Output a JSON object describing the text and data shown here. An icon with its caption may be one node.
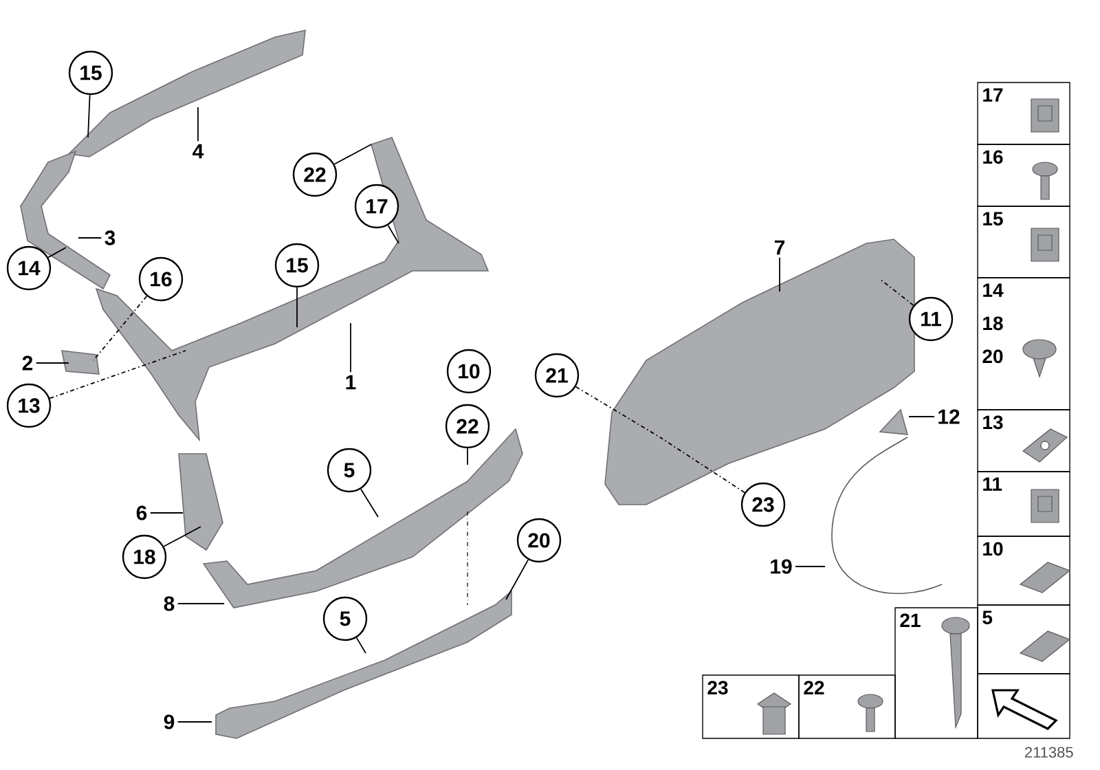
{
  "diagram": {
    "nodes": [
      {
        "text": [
          "15"
        ]
      },
      {
        "text": [
          "4"
        ]
      },
      {
        "text": [
          "22"
        ]
      },
      {
        "text": [
          "17"
        ]
      },
      {
        "text": [
          "3"
        ]
      },
      {
        "text": [
          "7"
        ]
      },
      {
        "text": [
          "14"
        ]
      },
      {
        "text": [
          "15"
        ]
      },
      {
        "text": [
          "16"
        ]
      },
      {
        "text": [
          "11"
        ]
      },
      {
        "text": [
          "2"
        ]
      },
      {
        "text": [
          "10"
        ]
      },
      {
        "text": [
          "21"
        ]
      },
      {
        "text": [
          "1"
        ]
      },
      {
        "text": [
          "13"
        ]
      },
      {
        "text": [
          "12"
        ]
      },
      {
        "text": [
          "22"
        ]
      },
      {
        "text": [
          "5"
        ]
      },
      {
        "text": [
          "23"
        ]
      },
      {
        "text": [
          "6"
        ]
      },
      {
        "text": [
          "20"
        ]
      },
      {
        "text": [
          "18"
        ]
      },
      {
        "text": [
          "19"
        ]
      },
      {
        "text": [
          "8"
        ]
      },
      {
        "text": [
          "5"
        ]
      },
      {
        "text": [
          "9"
        ]
      },
      {
        "text": [],
        "shape": "picture"
      },
      {
        "text": [],
        "shape": "picture"
      },
      {
        "text": [],
        "shape": "picture"
      },
      {
        "text": [],
        "shape": "picture"
      },
      {
        "text": [],
        "shape": "picture"
      },
      {
        "text": [],
        "shape": "picture"
      },
      {
        "text": [],
        "shape": "picture"
      },
      {
        "text": [],
        "shape": "picture"
      },
      {
        "text": [],
        "shape": "picture"
      },
      {
        "text": [],
        "shape": "picture"
      }
    ],
    "edges": [
      {
        "from": 0,
        "to": 26,
        "arrow": "none"
      },
      {
        "from": 1,
        "to": 26,
        "arrow": "none"
      },
      {
        "from": 2,
        "to": 28,
        "arrow": "none"
      },
      {
        "from": 3,
        "to": 28,
        "arrow": "none"
      },
      {
        "from": 4,
        "to": 27,
        "arrow": "none"
      },
      {
        "from": 5,
        "to": 33,
        "arrow": "none"
      },
      {
        "from": 6,
        "to": 27,
        "arrow": "none"
      },
      {
        "from": 7,
        "to": 28,
        "arrow": "none"
      },
      {
        "from": 8,
        "to": 29,
        "arrow": "none",
        "style": "dashed"
      },
      {
        "from": 9,
        "to": 33,
        "arrow": "none",
        "style": "dashed"
      },
      {
        "from": 10,
        "to": 29,
        "arrow": "none"
      },
      {
        "from": 12,
        "to": 33,
        "arrow": "none",
        "style": "dashed"
      },
      {
        "from": 13,
        "to": 28,
        "arrow": "none"
      },
      {
        "from": 14,
        "to": 28,
        "arrow": "none",
        "style": "dashed"
      },
      {
        "from": 15,
        "to": 34,
        "arrow": "none"
      },
      {
        "from": 16,
        "to": 31,
        "arrow": "none"
      },
      {
        "from": 17,
        "to": 31,
        "arrow": "none"
      },
      {
        "from": 18,
        "to": 33,
        "arrow": "none",
        "style": "dashed"
      },
      {
        "from": 19,
        "to": 30,
        "arrow": "none"
      },
      {
        "from": 20,
        "to": 32,
        "arrow": "none"
      },
      {
        "from": 21,
        "to": 30,
        "arrow": "none"
      },
      {
        "from": 22,
        "to": 35,
        "arrow": "none"
      },
      {
        "from": 23,
        "to": 31,
        "arrow": "none"
      },
      {
        "from": 24,
        "to": 32,
        "arrow": "none"
      },
      {
        "from": 25,
        "to": 32,
        "arrow": "none"
      }
    ],
    "labels": [
      "17",
      "16",
      "15",
      "14",
      "18",
      "20",
      "13",
      "11",
      "10",
      "21",
      "5",
      "23",
      "22",
      "211385"
    ]
  }
}
